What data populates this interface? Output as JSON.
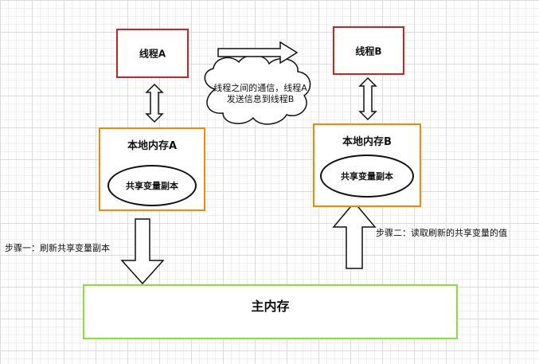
{
  "thread_a": {
    "label": "线程A"
  },
  "thread_b": {
    "label": "线程B"
  },
  "local_memory_a": {
    "title": "本地内存A",
    "copy_label": "共享变量副本"
  },
  "local_memory_b": {
    "title": "本地内存B",
    "copy_label": "共享变量副本"
  },
  "communication_note": {
    "text": "线程之间的通信，线程A发送信息到线程B"
  },
  "step_one": {
    "text": "步骤一：刷新共享变量副本"
  },
  "step_two": {
    "text": "步骤二：读取刷新的共享变量的值"
  },
  "main_memory": {
    "label": "主内存"
  },
  "colors": {
    "thread_border": "#cc2222",
    "local_memory_border": "#f08a00",
    "main_memory_border": "#88e030"
  }
}
